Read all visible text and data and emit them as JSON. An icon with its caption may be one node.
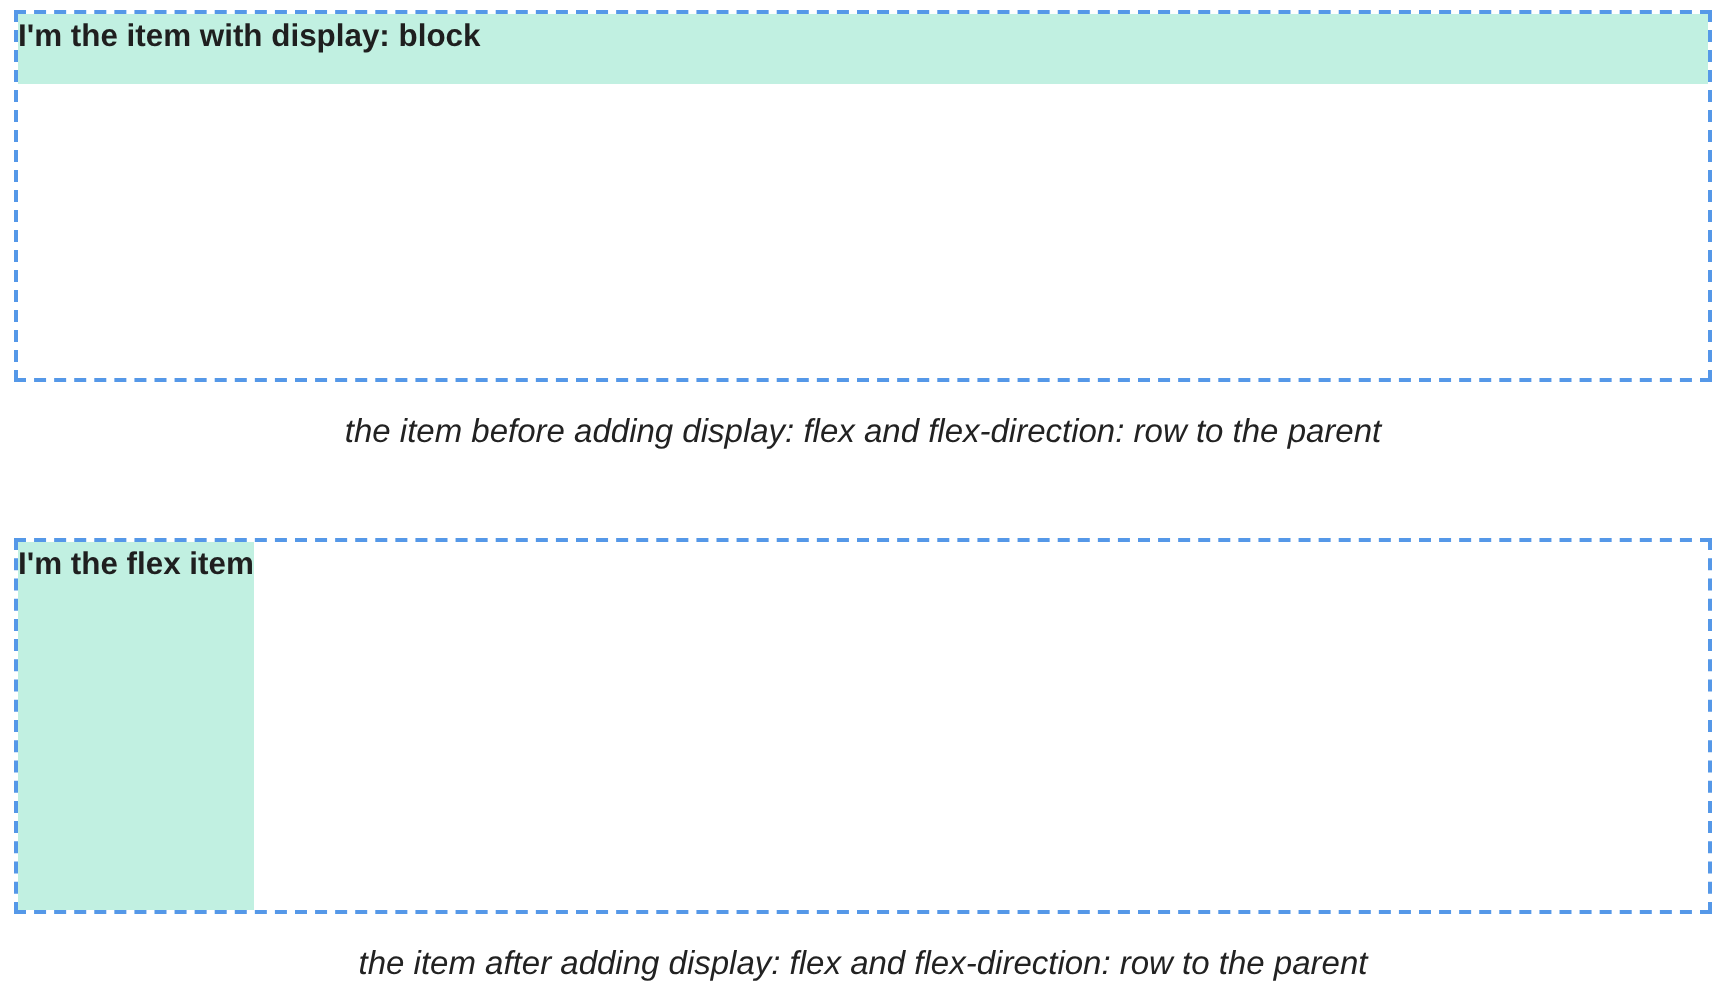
{
  "diagram": {
    "nodes": [
      {
        "text": [],
        "shape": "box",
        "beside": [
          "the item before adding display: flex and flex-direction: row to the parent"
        ]
      },
      {
        "text": [
          "I'm the item with display: block"
        ],
        "in": 0
      },
      {
        "text": [],
        "shape": "box",
        "beside": [
          "the item after adding display: flex and flex-direction: row to the parent"
        ]
      },
      {
        "text": [
          "I'm the flex item"
        ],
        "in": 2
      }
    ]
  }
}
